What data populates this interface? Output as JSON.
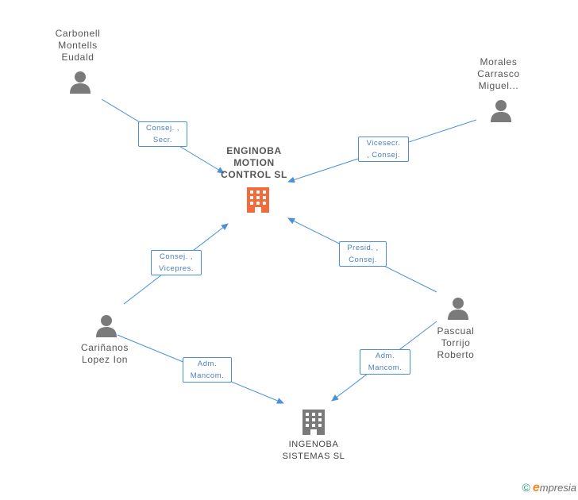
{
  "companies": {
    "main": {
      "name": "ENGINOBA\nMOTION\nCONTROL SL",
      "color": "#f26b3a"
    },
    "secondary": {
      "name": "INGENOBA\nSISTEMAS SL",
      "color": "#7a7a7a"
    }
  },
  "people": [
    {
      "id": "carbonell",
      "name": "Carbonell\nMontells\nEudald"
    },
    {
      "id": "morales",
      "name": "Morales\nCarrasco\nMiguel..."
    },
    {
      "id": "carinanos",
      "name": "Cariñanos\nLopez Ion"
    },
    {
      "id": "pascual",
      "name": "Pascual\nTorrijo\nRoberto"
    }
  ],
  "relations": [
    {
      "id": "r1",
      "label": "Consej. ,\nSecr."
    },
    {
      "id": "r2",
      "label": "Vicesecr.\n, Consej."
    },
    {
      "id": "r3",
      "label": "Consej. ,\nVicepres."
    },
    {
      "id": "r4",
      "label": "Presid. ,\nConsej."
    },
    {
      "id": "r5",
      "label": "Adm.\nMancom."
    },
    {
      "id": "r6",
      "label": "Adm.\nMancom."
    }
  ],
  "colors": {
    "edge": "#4a90d9",
    "person": "#7a7a7a"
  },
  "footer": {
    "copyright": "©",
    "brand_e": "e",
    "brand_rest": "mpresia"
  }
}
